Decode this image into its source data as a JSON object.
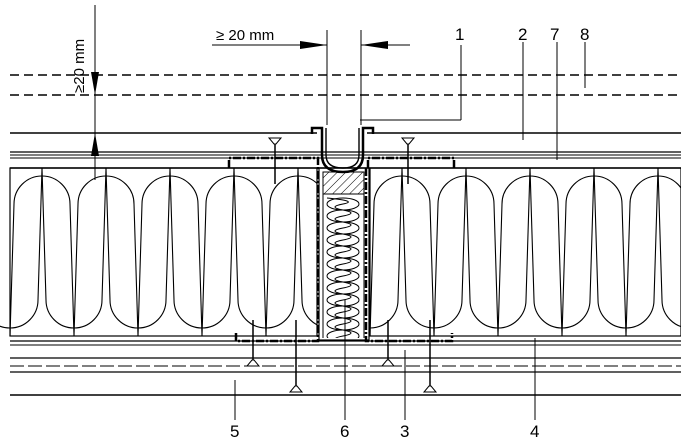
{
  "dimensions": {
    "horizontal_gap": "≥ 20 mm",
    "vertical_gap": "≥20 mm"
  },
  "callouts": {
    "top": [
      "1",
      "2",
      "7",
      "8"
    ],
    "bottom": [
      "5",
      "6",
      "3",
      "4"
    ]
  }
}
